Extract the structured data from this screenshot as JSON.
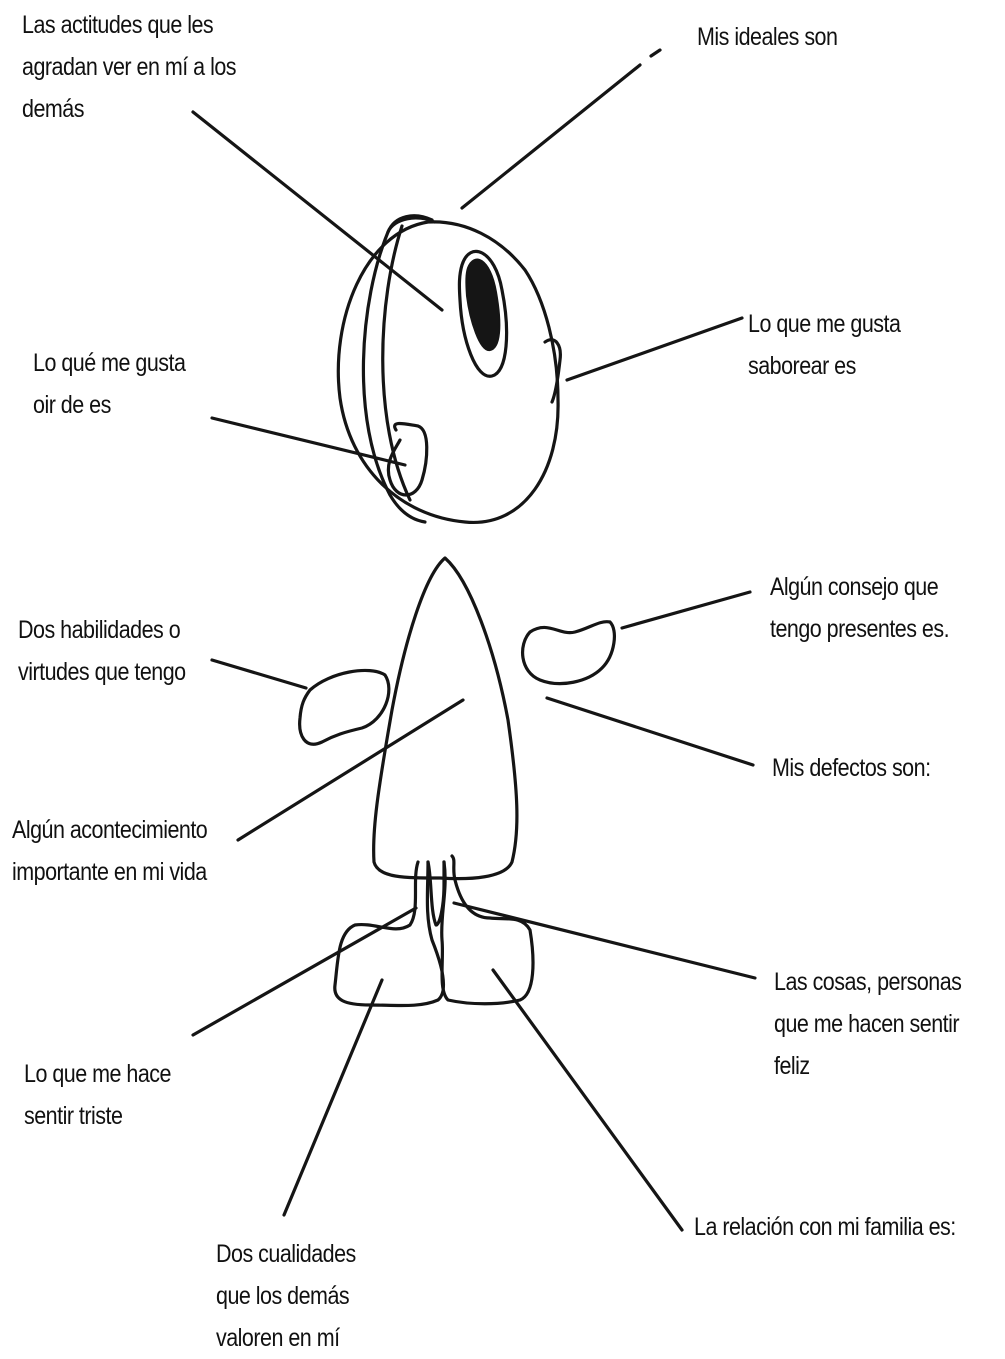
{
  "labels": {
    "actitudes": [
      "Las actitudes que les",
      "agradan ver en mí a los",
      "demás"
    ],
    "ideales": [
      "Mis ideales son"
    ],
    "oir": [
      "Lo qué me gusta",
      "oir de es"
    ],
    "saborear": [
      "Lo que me gusta",
      "saborear es"
    ],
    "habilidades": [
      "Dos habilidades o",
      "virtudes que tengo"
    ],
    "consejo": [
      "Algún consejo que",
      "tengo presentes es."
    ],
    "defectos": [
      "Mis defectos son:"
    ],
    "acontecimiento": [
      "Algún acontecimiento",
      "importante en mi vida"
    ],
    "feliz": [
      "Las cosas, personas",
      "que me hacen sentir",
      "feliz"
    ],
    "triste": [
      "Lo que me hace",
      "sentir triste"
    ],
    "familia": [
      "La relación con mi familia es:"
    ],
    "cualidades": [
      "Dos cualidades",
      "que los demás",
      "valoren en mí"
    ]
  },
  "colors": {
    "ink": "#151515",
    "background": "#ffffff"
  }
}
